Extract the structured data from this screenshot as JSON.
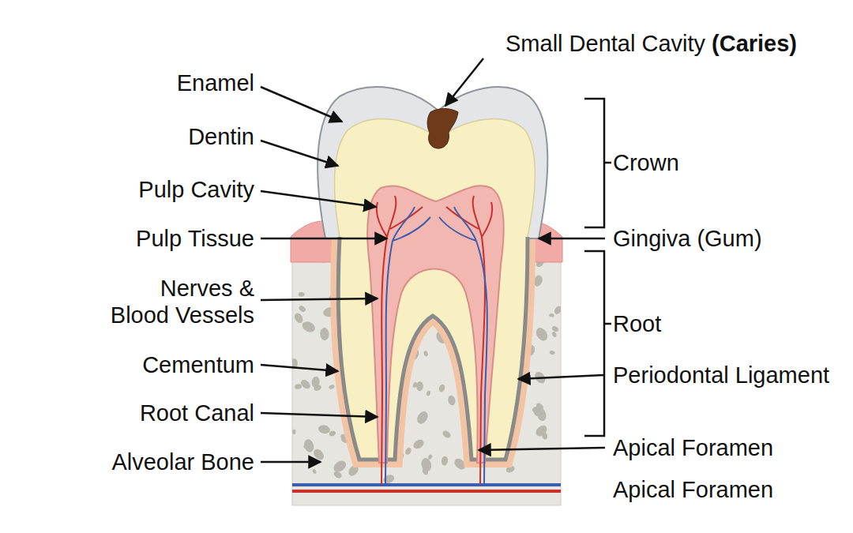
{
  "diagram": {
    "labels": [
      "Enamel",
      "Dentin",
      "Pulp Cavity",
      "Pulp Tissue",
      "Nerves & Blood Vessels",
      "Cementum",
      "Root Canal",
      "Alveolar Bone",
      "Small Dental Cavity",
      "(Caries)",
      "Crown",
      "Gingiva (Gum)",
      "Root",
      "Periodontal Ligament",
      "Apical Foramen",
      "Apical Foramen"
    ]
  }
}
